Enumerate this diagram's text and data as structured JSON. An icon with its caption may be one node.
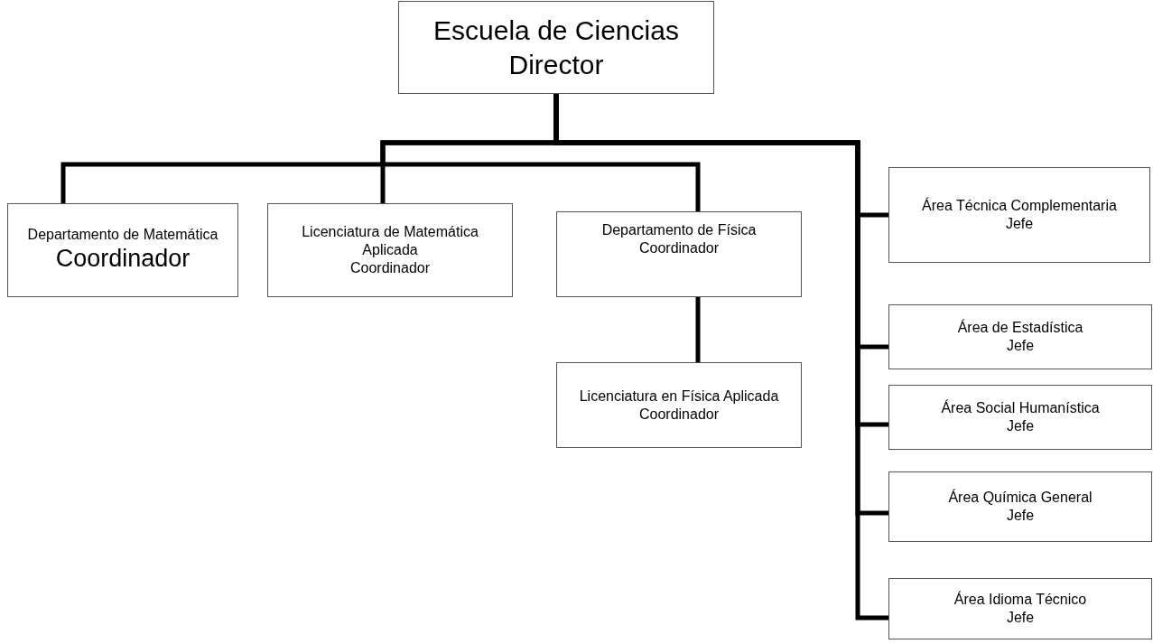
{
  "diagram": {
    "nodes": [
      {
        "text": [
          "Escuela de Ciencias",
          "Director"
        ]
      },
      {
        "text": [
          "Departamento de Matemática",
          "Coordinador"
        ]
      },
      {
        "text": [
          "Licenciatura de Matemática Aplicada",
          "Coordinador"
        ]
      },
      {
        "text": [
          "Departamento de Física",
          "Coordinador"
        ]
      },
      {
        "text": [
          "Licenciatura en Física Aplicada",
          "Coordinador"
        ]
      },
      {
        "text": [
          "Área Técnica Complementaria",
          "Jefe"
        ]
      },
      {
        "text": [
          "Área de Estadística",
          "Jefe"
        ]
      },
      {
        "text": [
          "Área Social Humanística",
          "Jefe"
        ]
      },
      {
        "text": [
          "Área Química General",
          "Jefe"
        ]
      },
      {
        "text": [
          "Área Idioma Técnico",
          "Jefe"
        ]
      }
    ],
    "edges": [
      {
        "from": 0,
        "to": 1,
        "arrow": "none"
      },
      {
        "from": 0,
        "to": 2,
        "arrow": "none"
      },
      {
        "from": 0,
        "to": 3,
        "arrow": "none"
      },
      {
        "from": 3,
        "to": 4,
        "arrow": "none"
      },
      {
        "from": 0,
        "to": 5,
        "arrow": "none"
      },
      {
        "from": 0,
        "to": 6,
        "arrow": "none"
      },
      {
        "from": 0,
        "to": 7,
        "arrow": "none"
      },
      {
        "from": 0,
        "to": 8,
        "arrow": "none"
      },
      {
        "from": 0,
        "to": 9,
        "arrow": "none"
      }
    ]
  }
}
